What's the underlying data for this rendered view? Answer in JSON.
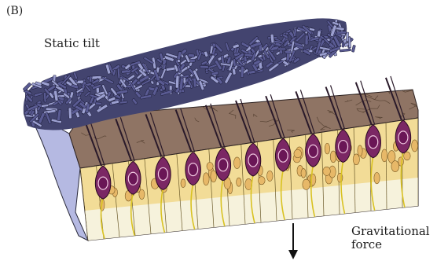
{
  "figure": {
    "panel_label": "(B)",
    "state_label": "Static tilt",
    "force_label_line1": "Gravitational",
    "force_label_line2": "force"
  },
  "colors": {
    "otoconia": "#5a5b93",
    "otoconia_highlight": "#9b9fd0",
    "gel_layer": "#8f7464",
    "gel_side": "#b5b9e2",
    "hair_cell": "#7b2764",
    "nucleus": "#6a1656",
    "supporting_cell": "#f2dc97",
    "nerve_fiber": "#d9c221",
    "basement": "#f6f2dc"
  },
  "icons": {
    "arrow": "down-arrow-icon"
  }
}
